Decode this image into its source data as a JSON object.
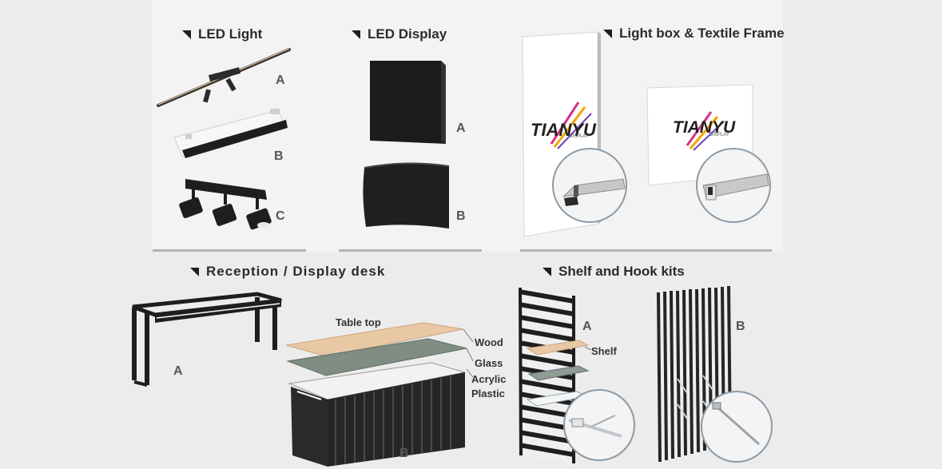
{
  "sections": {
    "led_light": {
      "title": "LED Light",
      "labels": [
        "A",
        "B",
        "C"
      ]
    },
    "led_display": {
      "title": "LED Display",
      "labels": [
        "A",
        "B"
      ]
    },
    "light_box": {
      "title": "Light box & Textile Frame",
      "brand": "TIANYU",
      "brand_sub": "DISPLAY"
    },
    "reception_desk": {
      "title": "Reception / Display desk",
      "labels": [
        "A",
        "B"
      ],
      "table_top": "Table top",
      "wood": "Wood",
      "glass": "Glass",
      "acrylic": "Acrylic",
      "plastic": "Plastic"
    },
    "shelf_hook": {
      "title": "Shelf and Hook kits",
      "labels": [
        "A",
        "B"
      ],
      "shelf": "Shelf"
    }
  },
  "colors": {
    "background": "#ececec",
    "panel": "#f6f6f6",
    "dark": "#1f1f1f",
    "divider": "#b3b3b3",
    "wood": "#e9c9a5",
    "glass": "#7f8d82"
  }
}
